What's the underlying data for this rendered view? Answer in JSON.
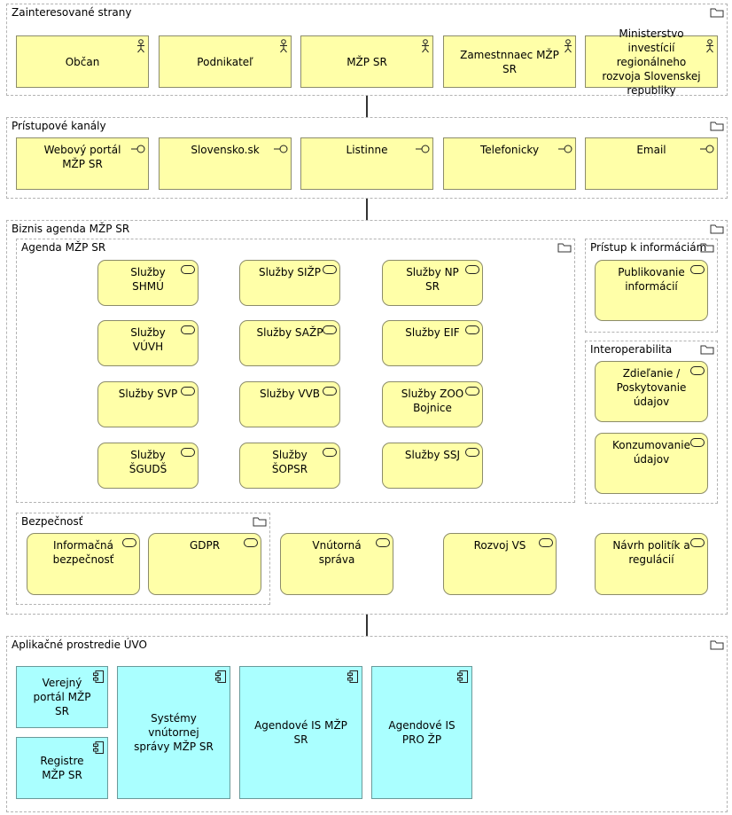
{
  "groups": {
    "stakeholders": "Zainteresované strany",
    "channels": "Prístupové kanály",
    "business": "Biznis agenda MŽP SR",
    "agenda": "Agenda MŽP SR",
    "access": "Prístup k informáciám",
    "interop": "Interoperabilita",
    "security": "Bezpečnosť",
    "apps": "Aplikačné prostredie ÚVO"
  },
  "stakeholders": [
    "Občan",
    "Podnikateľ",
    "MŽP SR",
    "Zamestnnaec MŽP SR",
    "Ministerstvo investícií regionálneho rozvoja Slovenskej republiky"
  ],
  "channels": [
    "Webový portál MŽP SR",
    "Slovensko.sk",
    "Listinne",
    "Telefonicky",
    "Email"
  ],
  "agenda_services": [
    "Služby SHMÚ",
    "Služby  SIŽP",
    "Služby NP SR",
    "Služby VÚVH",
    "Služby SAŽP",
    "Služby EIF",
    "Služby SVP",
    "Služby VVB",
    "Služby ZOO Bojnice",
    "Služby ŠGUDŠ",
    "Služby ŠOPSR",
    "Služby SSJ"
  ],
  "access_services": [
    "Publikovanie informácií"
  ],
  "interop_services": [
    "Zdieľanie / Poskytovanie údajov",
    "Konzumovanie údajov"
  ],
  "security_services": [
    "Informačná bezpečnosť",
    "GDPR"
  ],
  "other_services": [
    "Vnútorná správa",
    "Rozvoj VS",
    "Návrh politík a regulácií"
  ],
  "apps": [
    "Verejný portál MŽP SR",
    "Registre MŽP SR",
    "Systémy vnútornej správy MŽP SR",
    "Agendové IS MŽP SR",
    "Agendové IS PRO ŽP"
  ]
}
